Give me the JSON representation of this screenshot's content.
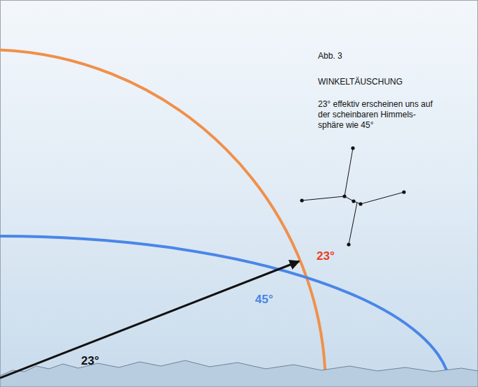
{
  "diagram": {
    "title": "WINKELTÄUSCHUNG",
    "caption": "23° effektiv erscheinen uns auf der scheinbaren Himmels- sphäre wie 45°",
    "labels": [
      "Abb. 3",
      "23°",
      "45°",
      "23°"
    ]
  }
}
